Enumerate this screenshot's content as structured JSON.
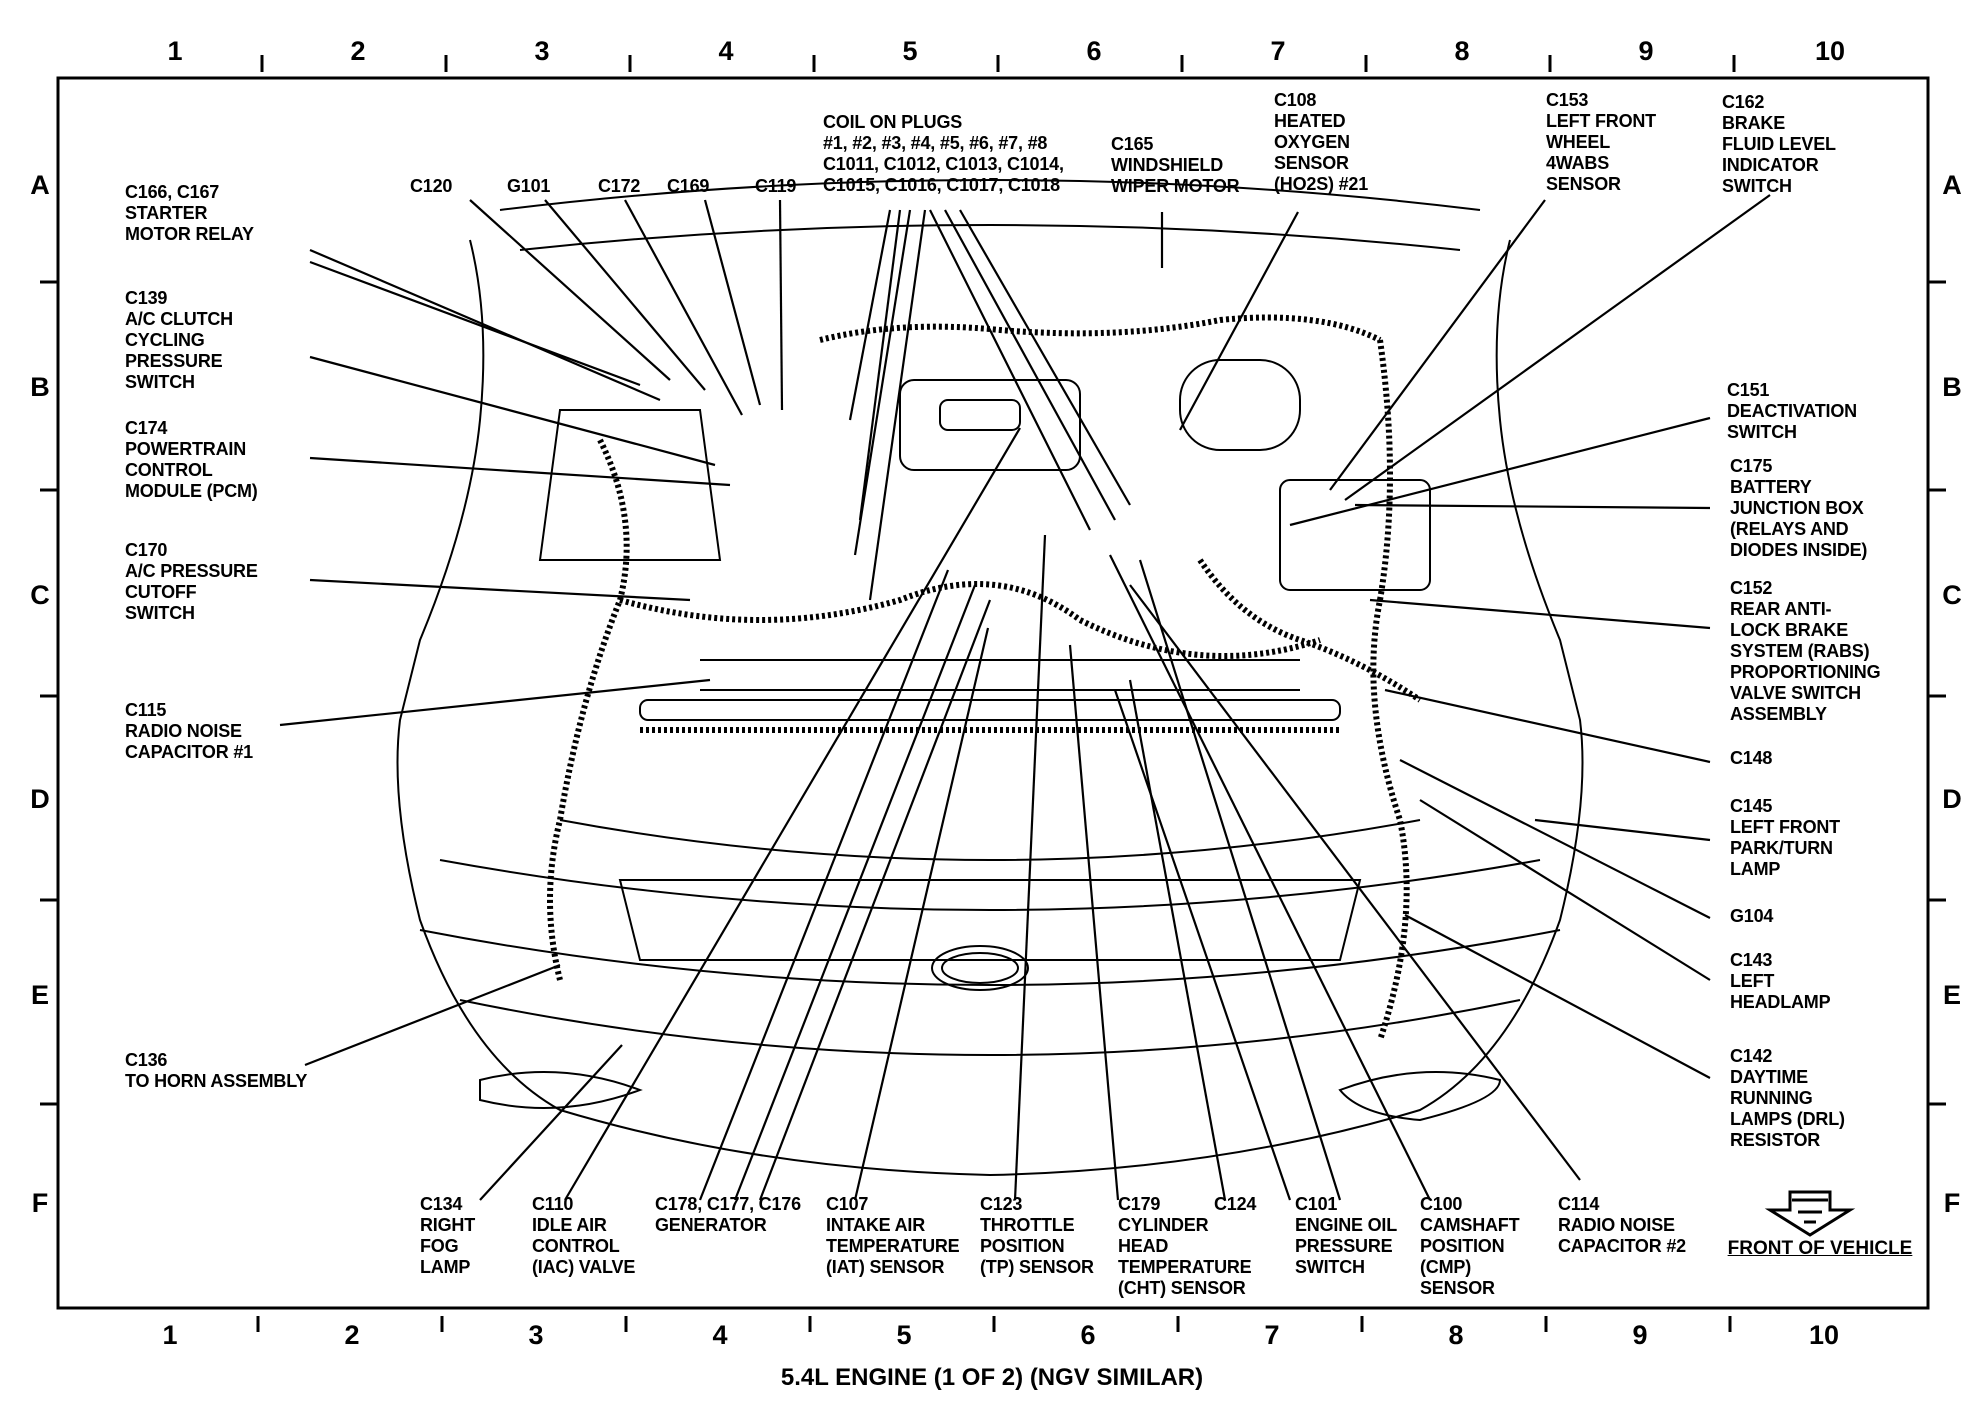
{
  "caption": "5.4L ENGINE (1 OF 2) (NGV SIMILAR)",
  "grid": {
    "columns": [
      "1",
      "2",
      "3",
      "4",
      "5",
      "6",
      "7",
      "8",
      "9",
      "10"
    ],
    "rows": [
      "A",
      "B",
      "C",
      "D",
      "E",
      "F"
    ]
  },
  "front_of_vehicle": "FRONT OF VEHICLE",
  "labels": {
    "c166": "C166, C167\nSTARTER\nMOTOR RELAY",
    "c139": "C139\nA/C CLUTCH\nCYCLING\nPRESSURE\nSWITCH",
    "c174": "C174\nPOWERTRAIN\nCONTROL\nMODULE (PCM)",
    "c170": "C170\nA/C PRESSURE\nCUTOFF\nSWITCH",
    "c115": "C115\nRADIO NOISE\nCAPACITOR #1",
    "c136": "C136\nTO HORN ASSEMBLY",
    "c120": "C120",
    "g101": "G101",
    "c172": "C172",
    "c169": "C169",
    "c119": "C119",
    "coil": "COIL ON PLUGS\n#1, #2, #3, #4, #5, #6, #7, #8\nC1011, C1012, C1013, C1014,\nC1015, C1016, C1017, C1018",
    "c165": "C165\nWINDSHIELD\nWIPER MOTOR",
    "c108": "C108\nHEATED\nOXYGEN\nSENSOR\n(HO2S) #21",
    "c153": "C153\nLEFT FRONT\nWHEEL\n4WABS\nSENSOR",
    "c162": "C162\nBRAKE\nFLUID LEVEL\nINDICATOR\nSWITCH",
    "c151": "C151\nDEACTIVATION\nSWITCH",
    "c175": "C175\nBATTERY\nJUNCTION BOX\n(RELAYS AND\nDIODES INSIDE)",
    "c152": "C152\nREAR ANTI-\nLOCK BRAKE\nSYSTEM (RABS)\nPROPORTIONING\nVALVE SWITCH\nASSEMBLY",
    "c148": "C148",
    "c145": "C145\nLEFT FRONT\nPARK/TURN\nLAMP",
    "g104": "G104",
    "c143": "C143\nLEFT\nHEADLAMP",
    "c142": "C142\nDAYTIME\nRUNNING\nLAMPS (DRL)\nRESISTOR",
    "c134": "C134\nRIGHT\nFOG\nLAMP",
    "c110": "C110\nIDLE AIR\nCONTROL\n(IAC) VALVE",
    "c178": "C178, C177, C176\nGENERATOR",
    "c107": "C107\nINTAKE AIR\nTEMPERATURE\n(IAT) SENSOR",
    "c123": "C123\nTHROTTLE\nPOSITION\n(TP) SENSOR",
    "c179": "C179\nCYLINDER\nHEAD\nTEMPERATURE\n(CHT) SENSOR",
    "c124": "C124",
    "c101": "C101\nENGINE OIL\nPRESSURE\nSWITCH",
    "c100": "C100\nCAMSHAFT\nPOSITION\n(CMP)\nSENSOR",
    "c114": "C114\nRADIO NOISE\nCAPACITOR #2"
  }
}
